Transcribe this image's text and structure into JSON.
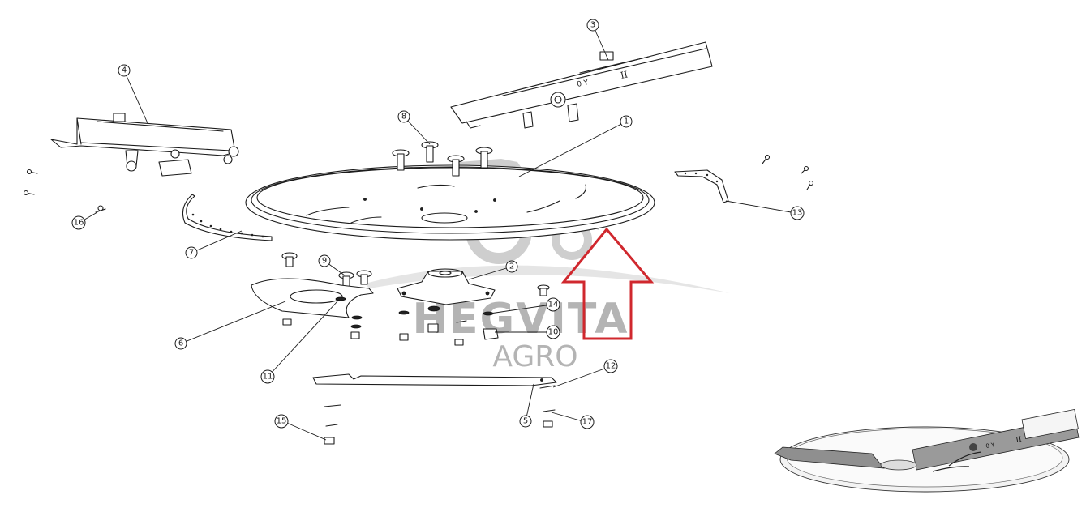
{
  "watermark": {
    "brand_line1": "HEGVITA",
    "brand_line2": "AGRO",
    "tractor_icon": "tractor-icon"
  },
  "arrow": {
    "color": "#d0282e",
    "icon": "up-arrow-outline-icon"
  },
  "callouts": [
    {
      "id": "1",
      "label": "1"
    },
    {
      "id": "2",
      "label": "2"
    },
    {
      "id": "3",
      "label": "3"
    },
    {
      "id": "4",
      "label": "4"
    },
    {
      "id": "5",
      "label": "5"
    },
    {
      "id": "6",
      "label": "6"
    },
    {
      "id": "7",
      "label": "7"
    },
    {
      "id": "8",
      "label": "8"
    },
    {
      "id": "9",
      "label": "9"
    },
    {
      "id": "10",
      "label": "10"
    },
    {
      "id": "11",
      "label": "11"
    },
    {
      "id": "12",
      "label": "12"
    },
    {
      "id": "13",
      "label": "13"
    },
    {
      "id": "14",
      "label": "14"
    },
    {
      "id": "15",
      "label": "15"
    },
    {
      "id": "16",
      "label": "16"
    },
    {
      "id": "17",
      "label": "17"
    }
  ],
  "part3_marks": {
    "code": "0 Y",
    "roman": "II"
  },
  "preview_marks": {
    "code": "0 Y",
    "roman": "II"
  }
}
